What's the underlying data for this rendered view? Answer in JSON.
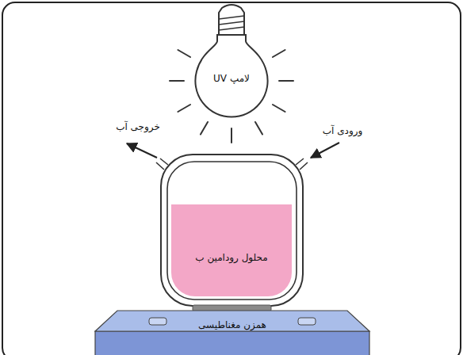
{
  "diagram": {
    "nodes": [
      {
        "text": [
          "لامپ UV"
        ]
      },
      {
        "text": [
          "محلول رودامین ب"
        ]
      },
      {
        "text": [
          "همزن مغناطیسی"
        ]
      }
    ],
    "labels": [
      "خروجی آب",
      "ورودی آب"
    ]
  }
}
